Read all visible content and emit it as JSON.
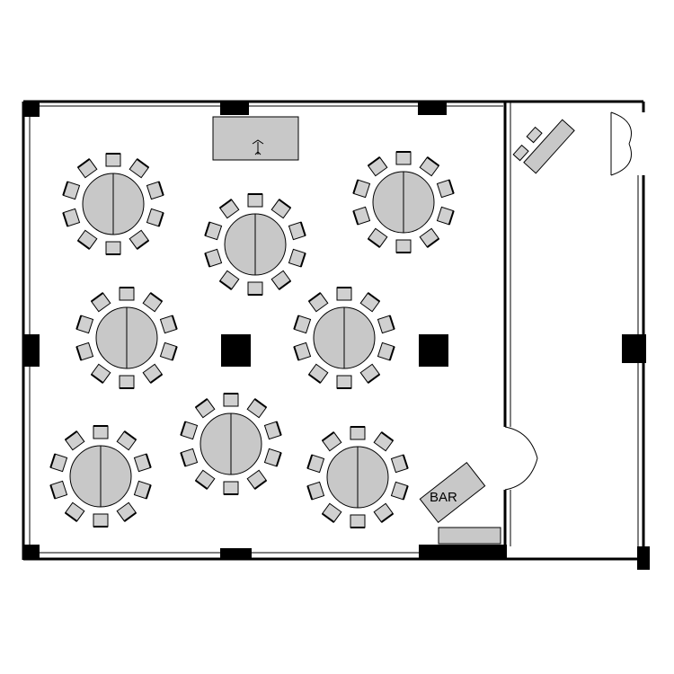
{
  "floor_plan": {
    "bar_label": "BAR",
    "table_count": 8,
    "chairs_per_table": 10
  }
}
